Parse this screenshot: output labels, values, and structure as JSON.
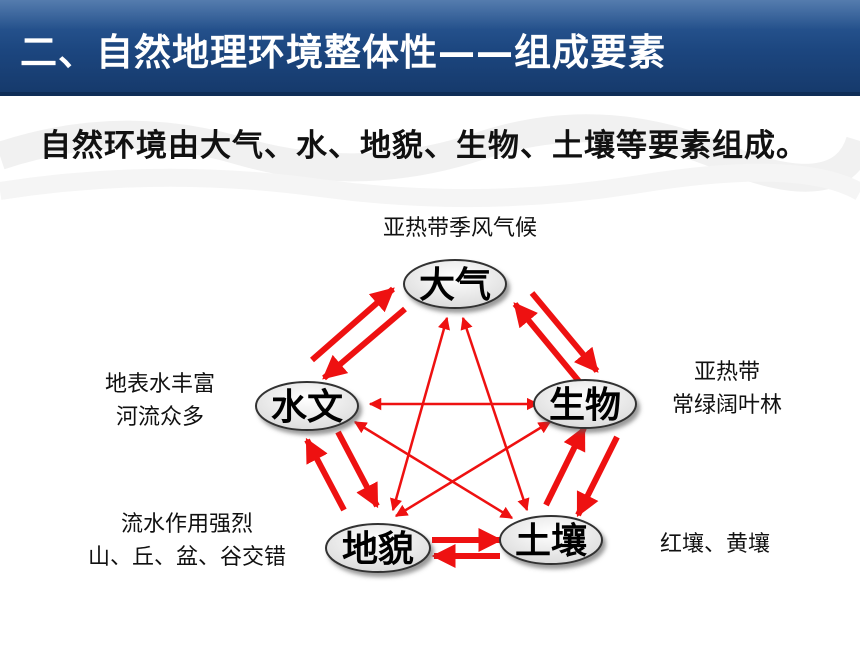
{
  "header": {
    "title": "二、自然地理环境整体性——组成要素"
  },
  "subtitle": "自然环境由大气、水、地貌、生物、土壤等要素组成。",
  "nodes": {
    "atmosphere": {
      "label": "大气",
      "note": "亚热带季风气候"
    },
    "hydrology": {
      "label": "水文",
      "note_line1": "地表水丰富",
      "note_line2": "河流众多"
    },
    "biology": {
      "label": "生物",
      "note_line1": "亚热带",
      "note_line2": "常绿阔叶林"
    },
    "landform": {
      "label": "地貌",
      "note_line1": "流水作用强烈",
      "note_line2": "山、丘、盆、谷交错"
    },
    "soil": {
      "label": "土壤",
      "note": "红壤、黄壤"
    }
  },
  "colors": {
    "header": "#1c467f",
    "arrow": "#ee1111",
    "node_fill": "#ececec",
    "node_stroke": "#333333"
  }
}
